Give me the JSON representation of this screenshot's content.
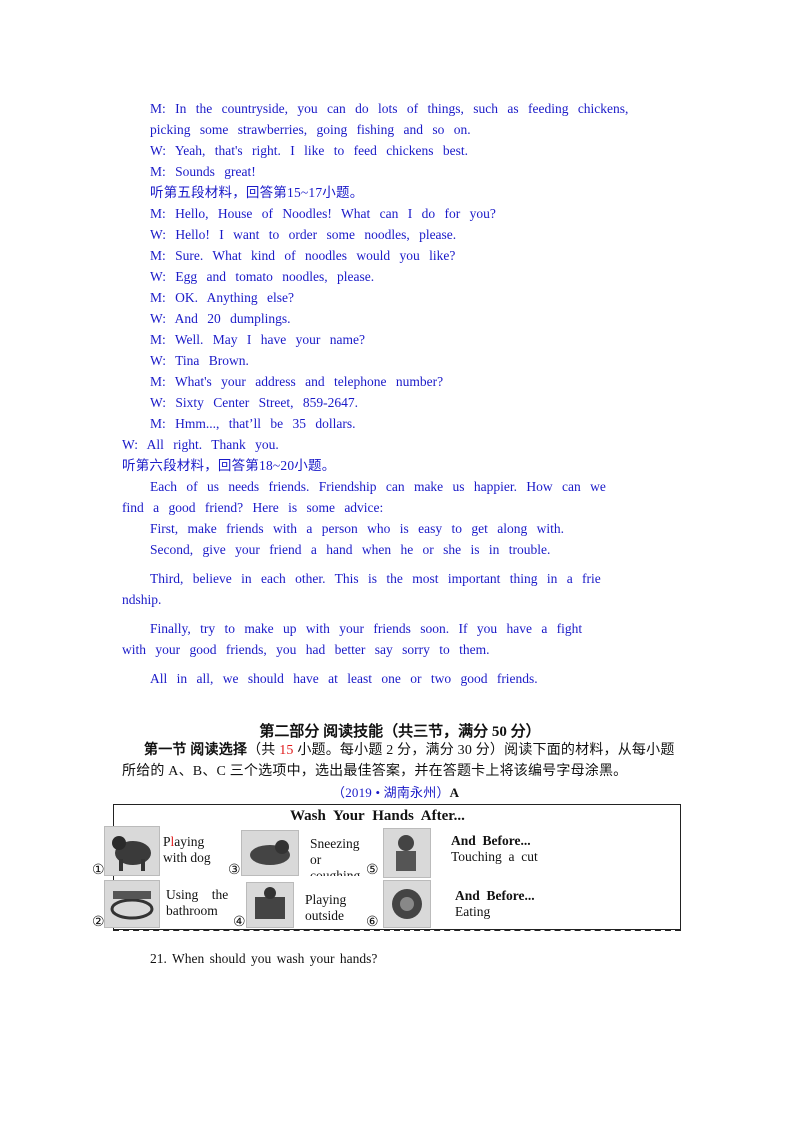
{
  "transcript_part1": [
    "M:  In  the  countryside,  you  can  do  lots  of  things, such as feeding chickens,",
    "picking some strawberries,  going  fishing  and  so  on.",
    "W:  Yeah,  that's  right.  I  like  to  feed  chickens  best.",
    "M:  Sounds  great!"
  ],
  "section5_heading": "听第五段材料，回答第15~17小题。",
  "dialogue5": [
    "M:  Hello,  House  of  Noodles!  What  can  I  do  for  you?",
    "W:  Hello!  I  want  to  order  some  noodles,  please.",
    "M:  Sure.  What  kind  of  noodles  would  you  like?",
    "W:  Egg  and  tomato  noodles,  please.",
    "M:  OK.  Anything  else?",
    "W:  And  20  dumplings.",
    "M:  Well.  May  I  have  your  name?",
    "W:  Tina  Brown.",
    "M:  What's  your  address  and  telephone  number?",
    "W:  Sixty  Center  Street,  859-2647.",
    "M:  Hmm...,  that’ll  be  35  dollars.",
    "W:  All  right.  Thank  you."
  ],
  "section6_heading": "听第六段材料，回答第18~20小题。",
  "passage6": [
    "Each  of  us  needs  friends.  Friendship  can  make  us  happier.  How  can  we",
    "find  a  good  friend?  Here  is  some  advice:",
    "First,  make  friends  with  a  person  who  is  easy  to  get  along  with.",
    "Second,  give  your  friend  a  hand  when  he  or  she  is  in  trouble.",
    "Third,  believe  in  each  other.  This  is  the  most  important  thing  in  a  frie",
    "ndship.",
    "Finally,  try  to  make  up  with  your  friends  soon.  If  you  have  a  fight",
    "with  your  good  friends,    you had  better  say  sorry  to  them.",
    "All  in  all,  we  should  have  at  least  one  or  two  good  friends."
  ],
  "part2": {
    "title": "第二部分  阅读技能（共三节，满分 50 分）",
    "section1_label": "第一节  阅读选择",
    "section1_count_pre": "（共 ",
    "section1_count_num": "15",
    "section1_desc": " 小题。每小题 2 分，满分 30 分）阅读下面的材料，从每小题",
    "section1_desc2": "所给的 A、B、C 三个选项中，选出最佳答案，并在答题卡上将该编号字母涂黑。",
    "source_note": "（2019 • 湖南永州）",
    "source_letter": "A"
  },
  "box": {
    "title": "Wash  Your  Hands  After...",
    "items": [
      {
        "num": "①",
        "caption_first": "P",
        "caption_red": "l",
        "caption_rest": "aying",
        "caption2": "with dog"
      },
      {
        "num": "②",
        "caption": "Using    the",
        "caption2": "bathroom"
      },
      {
        "num": "③",
        "caption": "Sneezing",
        "caption2": "or",
        "caption3": "coughing"
      },
      {
        "num": "④",
        "caption": "Playing",
        "caption2": "outside"
      },
      {
        "num": "⑤",
        "caption_bold": "And  Before...",
        "caption2": "Touching  a  cut"
      },
      {
        "num": "⑥",
        "caption_bold": "And  Before...",
        "caption2": "Eating"
      }
    ]
  },
  "question21": "21.  When  should  you  wash  your  hands?"
}
